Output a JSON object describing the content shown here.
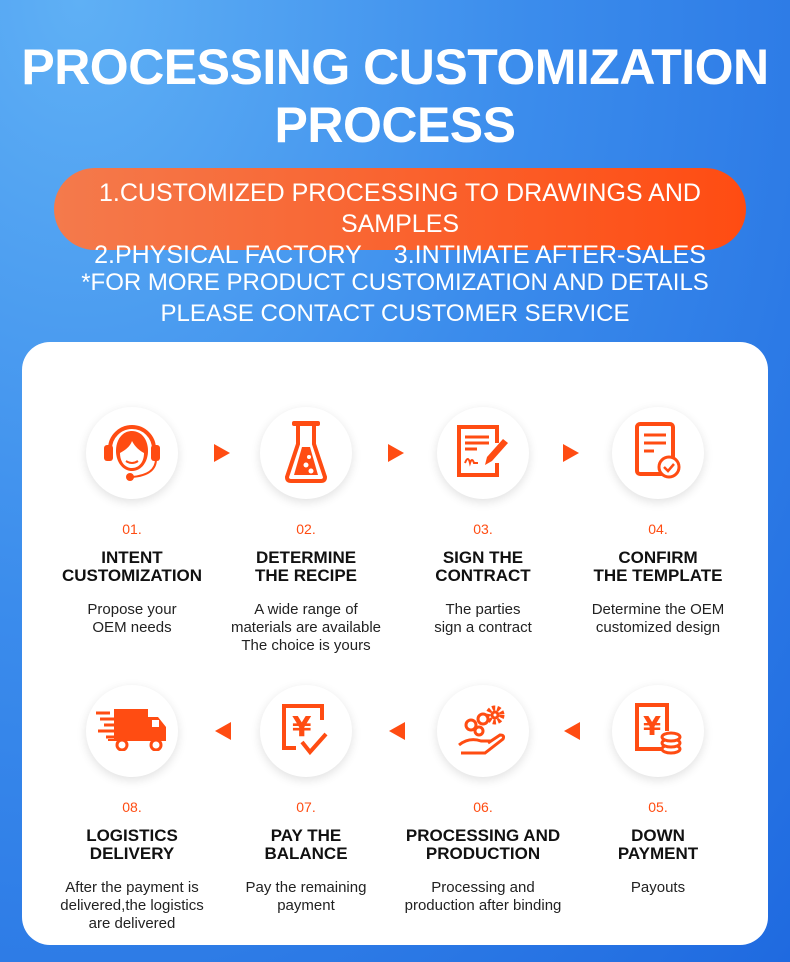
{
  "header": {
    "title_line1": "PROCESSING CUSTOMIZATION",
    "title_line2": "PROCESS"
  },
  "banner": {
    "line1": "1.CUSTOMIZED PROCESSING TO DRAWINGS AND SAMPLES",
    "item2": "2.PHYSICAL FACTORY",
    "item3": "3.INTIMATE AFTER-SALES"
  },
  "note": {
    "line1": "*FOR MORE PRODUCT CUSTOMIZATION AND DETAILS",
    "line2": "PLEASE CONTACT CUSTOMER SERVICE"
  },
  "steps": [
    {
      "num": "01.",
      "title1": "INTENT",
      "title2": "CUSTOMIZATION",
      "desc1": "Propose your",
      "desc2": "OEM needs",
      "desc3": "",
      "icon": "headset-icon"
    },
    {
      "num": "02.",
      "title1": "DETERMINE",
      "title2": "THE RECIPE",
      "desc1": "A wide range of",
      "desc2": "materials are available",
      "desc3": "The choice is yours",
      "icon": "flask-icon"
    },
    {
      "num": "03.",
      "title1": "SIGN THE",
      "title2": "CONTRACT",
      "desc1": "The parties",
      "desc2": "sign a contract",
      "desc3": "",
      "icon": "contract-icon"
    },
    {
      "num": "04.",
      "title1": "CONFIRM",
      "title2": "THE TEMPLATE",
      "desc1": "Determine the OEM",
      "desc2": "customized design",
      "desc3": "",
      "icon": "document-check-icon"
    },
    {
      "num": "05.",
      "title1": "DOWN",
      "title2": "PAYMENT",
      "desc1": "Payouts",
      "desc2": "",
      "desc3": "",
      "icon": "yuan-coins-icon"
    },
    {
      "num": "06.",
      "title1": "PROCESSING AND",
      "title2": "PRODUCTION",
      "desc1": "Processing and",
      "desc2": "production after binding",
      "desc3": "",
      "icon": "gears-hand-icon"
    },
    {
      "num": "07.",
      "title1": "PAY THE",
      "title2": "BALANCE",
      "desc1": "Pay the remaining",
      "desc2": "payment",
      "desc3": "",
      "icon": "yuan-check-icon"
    },
    {
      "num": "08.",
      "title1": "LOGISTICS",
      "title2": "DELIVERY",
      "desc1": "After the payment is",
      "desc2": "delivered,the logistics",
      "desc3": "are delivered",
      "icon": "truck-icon"
    }
  ],
  "colors": {
    "accent": "#ff4c12",
    "background": "#3b8cec"
  }
}
